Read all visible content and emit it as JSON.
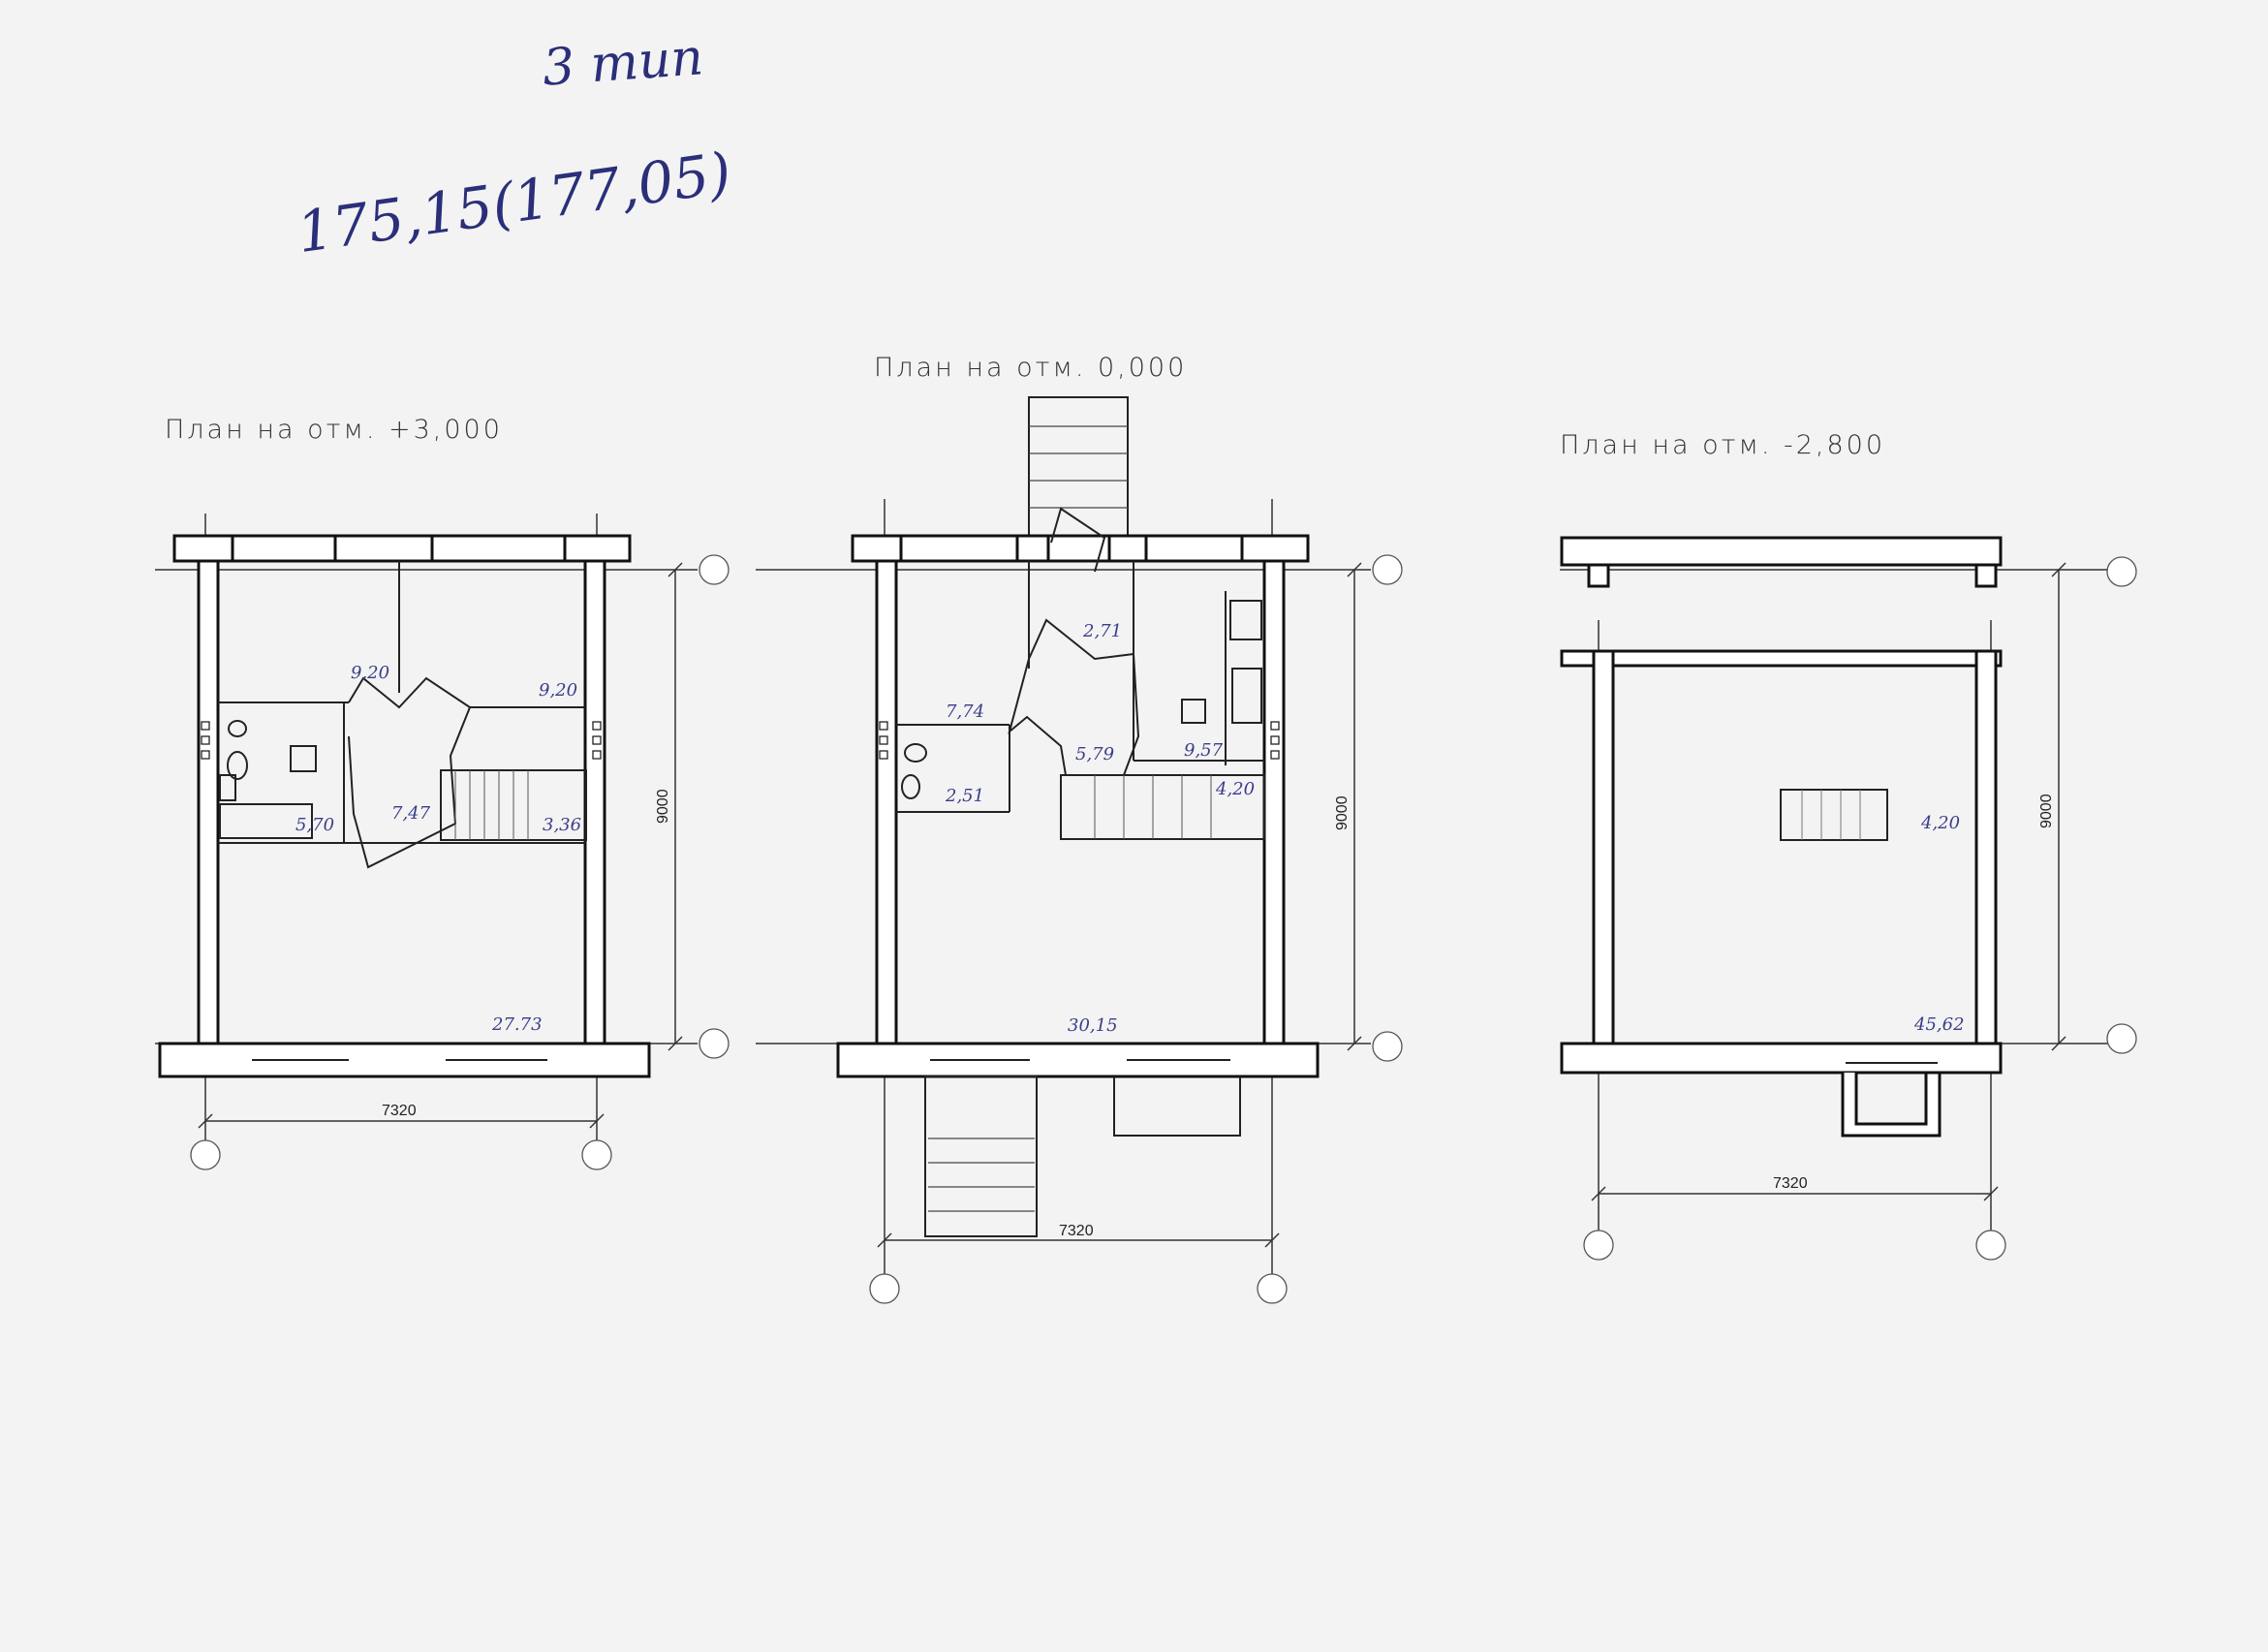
{
  "handwritten": {
    "type_label": "3 тип",
    "total_area": "175,15(177,05)"
  },
  "plans": [
    {
      "id": "upper",
      "title": "План на отм. +3,000",
      "areas": [
        "9,20",
        "9,20",
        "5,70",
        "7,47",
        "3,36",
        "27.73"
      ],
      "dim_width": "7320",
      "dim_height": "9000"
    },
    {
      "id": "ground",
      "title": "План на отм. 0,000",
      "areas": [
        "2,71",
        "7,74",
        "5,79",
        "9,57",
        "2,51",
        "4,20",
        "30,15"
      ],
      "dim_width": "7320",
      "dim_height": "9000"
    },
    {
      "id": "basement",
      "title": "План на отм. -2,800",
      "areas": [
        "4,20",
        "45,62"
      ],
      "dim_width": "7320",
      "dim_height": "9000"
    }
  ]
}
